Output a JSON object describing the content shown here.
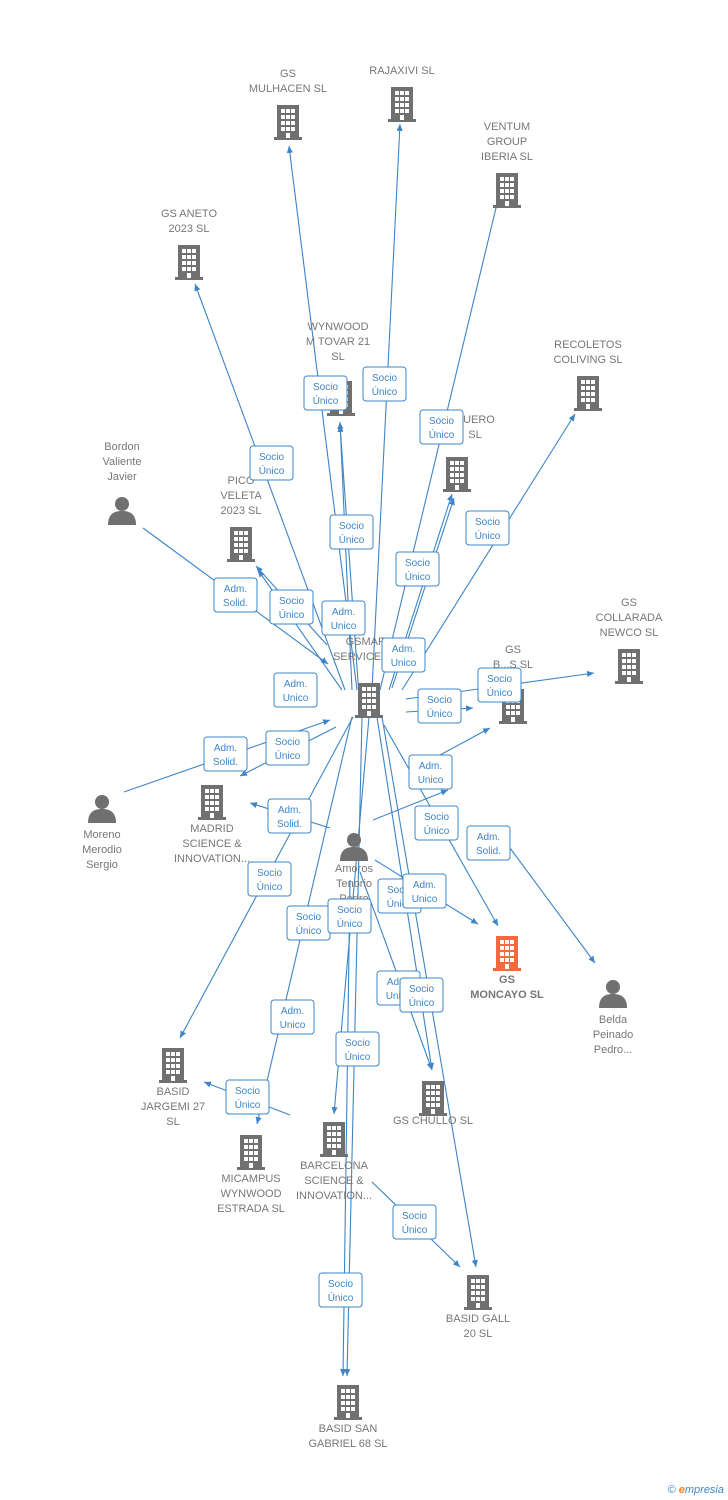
{
  "colors": {
    "edge": "#3d85c6",
    "node": "#707070",
    "highlight": "#f26a3d",
    "label": "#777777"
  },
  "nodes": [
    {
      "id": "gs_mulhacen",
      "label": [
        "GS",
        "MULHACEN  SL"
      ],
      "kind": "company",
      "icon": "building-icon"
    },
    {
      "id": "rajaxivi",
      "label": [
        "RAJAXIVI  SL"
      ],
      "kind": "company",
      "icon": "building-icon"
    },
    {
      "id": "ventum",
      "label": [
        "VENTUM",
        "GROUP",
        "IBERIA  SL"
      ],
      "kind": "company",
      "icon": "building-icon"
    },
    {
      "id": "gs_aneto",
      "label": [
        "GS ANETO",
        "2023  SL"
      ],
      "kind": "company",
      "icon": "building-icon"
    },
    {
      "id": "wynwood_tovar",
      "label": [
        "WYNWOOD",
        "M TOVAR 21",
        "SL"
      ],
      "kind": "company",
      "icon": "building-icon"
    },
    {
      "id": "recoletos",
      "label": [
        "RECOLETOS",
        "COLIVING  SL"
      ],
      "kind": "company",
      "icon": "building-icon"
    },
    {
      "id": "gs_duero",
      "label": [
        "DUERO",
        "SL"
      ],
      "kind": "company",
      "icon": "building-icon"
    },
    {
      "id": "bordon",
      "label": [
        "Bordon",
        "Valiente",
        "Javier"
      ],
      "kind": "person",
      "icon": "person-icon"
    },
    {
      "id": "pico_veleta",
      "label": [
        "PICO",
        "VELETA",
        "2023  SL"
      ],
      "kind": "company",
      "icon": "building-icon"
    },
    {
      "id": "gs_collarada",
      "label": [
        "GS",
        "COLLARADA",
        "NEWCO  SL"
      ],
      "kind": "company",
      "icon": "building-icon"
    },
    {
      "id": "gsmart",
      "label": [
        "GSMART",
        "SERVICES  SL"
      ],
      "kind": "company",
      "icon": "building-icon"
    },
    {
      "id": "gs_b",
      "label": [
        "GS",
        "B...S  SL"
      ],
      "kind": "company",
      "icon": "building-icon"
    },
    {
      "id": "moreno",
      "label": [
        "Moreno",
        "Merodio",
        "Sergio"
      ],
      "kind": "person",
      "icon": "person-icon"
    },
    {
      "id": "madrid_science",
      "label": [
        "MADRID",
        "SCIENCE &",
        "INNOVATION..."
      ],
      "kind": "company",
      "icon": "building-icon"
    },
    {
      "id": "amoros",
      "label": [
        "Amoros",
        "Tenorio",
        "Pedro"
      ],
      "kind": "person",
      "icon": "person-icon"
    },
    {
      "id": "gs_moncayo",
      "label": [
        "GS",
        "MONCAYO  SL"
      ],
      "kind": "company",
      "icon": "building-icon",
      "highlight": true
    },
    {
      "id": "belda",
      "label": [
        "Belda",
        "Peinado",
        "Pedro..."
      ],
      "kind": "person",
      "icon": "person-icon"
    },
    {
      "id": "basid_jargemi",
      "label": [
        "BASID",
        "JARGEMI 27",
        "SL"
      ],
      "kind": "company",
      "icon": "building-icon"
    },
    {
      "id": "gs_chullo",
      "label": [
        "GS CHULLO  SL"
      ],
      "kind": "company",
      "icon": "building-icon"
    },
    {
      "id": "micampus",
      "label": [
        "MICAMPUS",
        "WYNWOOD",
        "ESTRADA  SL"
      ],
      "kind": "company",
      "icon": "building-icon"
    },
    {
      "id": "barcelona_science",
      "label": [
        "BARCELONA",
        "SCIENCE &",
        "INNOVATION..."
      ],
      "kind": "company",
      "icon": "building-icon"
    },
    {
      "id": "basid_gall",
      "label": [
        "BASID GALL",
        "20  SL"
      ],
      "kind": "company",
      "icon": "building-icon"
    },
    {
      "id": "basid_san_gabriel",
      "label": [
        "BASID SAN",
        "GABRIEL 68  SL"
      ],
      "kind": "company",
      "icon": "building-icon"
    }
  ],
  "edge_labels": [
    [
      "Socio",
      "Único"
    ],
    [
      "Socio",
      "Único"
    ],
    [
      "Socio",
      "Único"
    ],
    [
      "Socio",
      "Único"
    ],
    [
      "Socio",
      "Único"
    ],
    [
      "Socio",
      "Único"
    ],
    [
      "Socio",
      "Único"
    ],
    [
      "Adm.",
      "Solid."
    ],
    [
      "Socio",
      "Único"
    ],
    [
      "Adm.",
      "Unico"
    ],
    [
      "Adm.",
      "Unico"
    ],
    [
      "Adm.",
      "Unico"
    ],
    [
      "Socio",
      "Único"
    ],
    [
      "Socio",
      "Único"
    ],
    [
      "Adm.",
      "Solid."
    ],
    [
      "Socio",
      "Único"
    ],
    [
      "Adm.",
      "Unico"
    ],
    [
      "Socio",
      "Único"
    ],
    [
      "Adm.",
      "Solid."
    ],
    [
      "Adm.",
      "Solid."
    ],
    [
      "Socio",
      "Único"
    ],
    [
      "Socio",
      "Único"
    ],
    [
      "Socio",
      "Único"
    ],
    [
      "Adm.",
      "Unico"
    ],
    [
      "Socio",
      "Único"
    ],
    [
      "Adm.",
      "Unico"
    ],
    [
      "Socio",
      "Único"
    ],
    [
      "Adm.",
      "Unico"
    ],
    [
      "Socio",
      "Único"
    ],
    [
      "Socio",
      "Único"
    ],
    [
      "Socio",
      "Único"
    ],
    [
      "Socio",
      "Único"
    ]
  ],
  "footer": {
    "copyright": "©",
    "brand_initial": "e",
    "brand_rest": "mpresia"
  }
}
